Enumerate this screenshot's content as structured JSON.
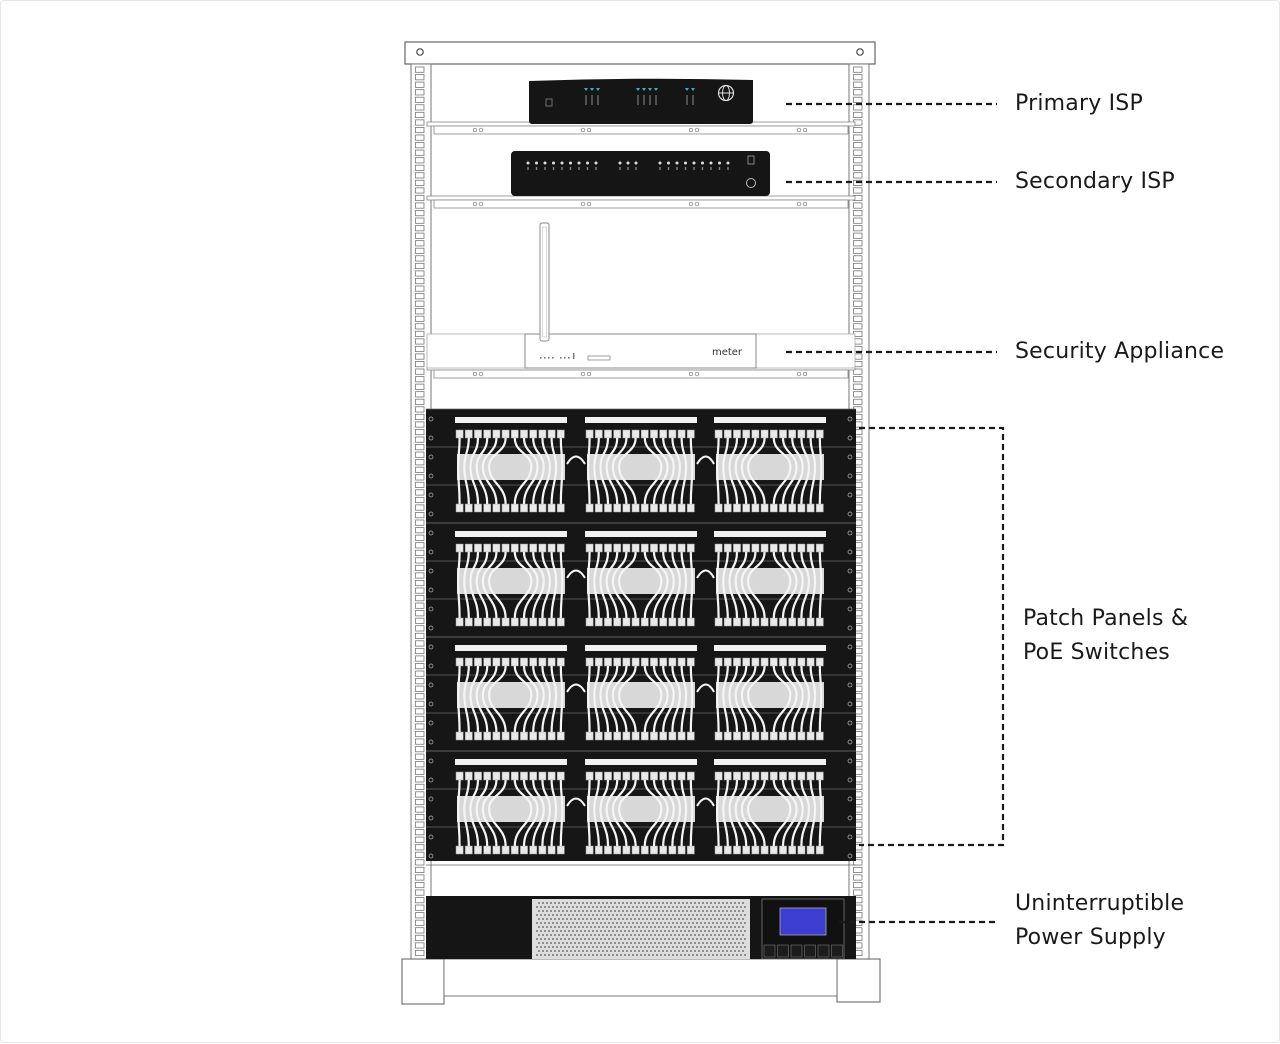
{
  "labels": {
    "primary_isp": "Primary ISP",
    "secondary_isp": "Secondary ISP",
    "security_appliance": "Security Appliance",
    "patch_panels_line1": "Patch Panels &",
    "patch_panels_line2": "PoE Switches",
    "ups_line1": "Uninterruptible",
    "ups_line2": "Power Supply"
  },
  "device_text": {
    "security_brand": "meter"
  },
  "icons": {
    "primary_isp_logo": "globe-logo",
    "ups_screen": "lcd-display"
  },
  "colors": {
    "device": "#151515",
    "accent": "#3bb3c3",
    "ups_screen": "#3c3ed1",
    "line": "#1a1a1a",
    "rack_outline": "#555555"
  }
}
